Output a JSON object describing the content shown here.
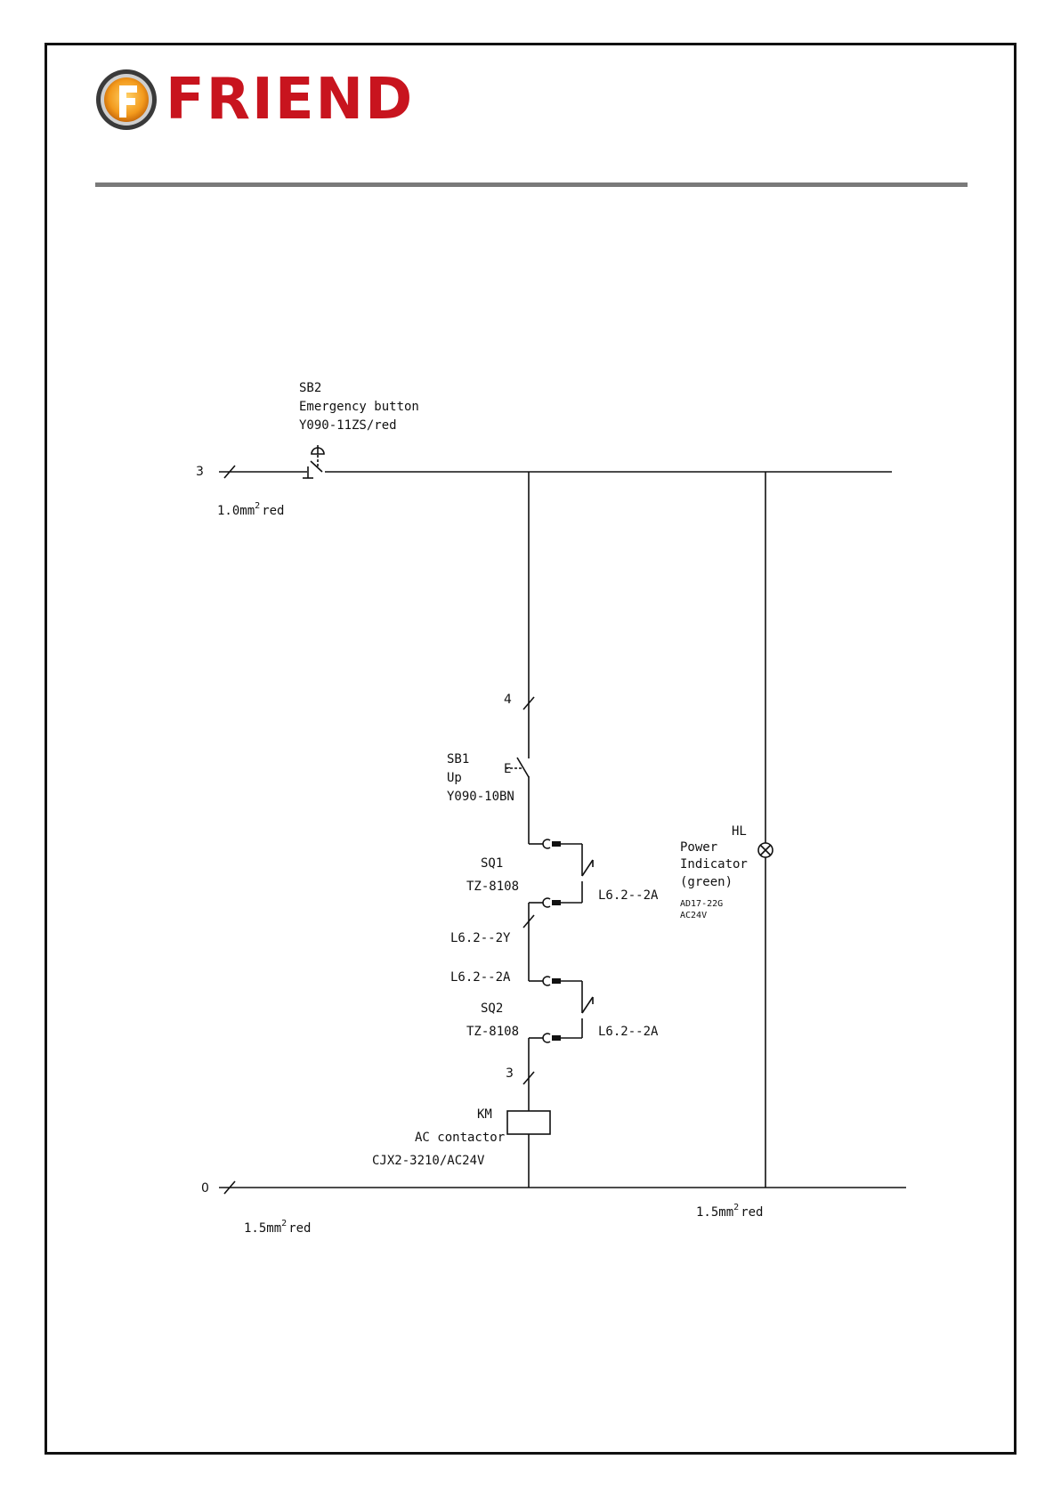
{
  "header": {
    "brand": "FRIEND"
  },
  "colors": {
    "brand_red": "#c8141e",
    "brand_orange": "#f39a1c",
    "rule": "#7a7a7a"
  },
  "diagram": {
    "wire_top_num": "3",
    "wire_top_spec_prefix": "1.0mm",
    "wire_top_spec_suffix": "red",
    "wire_bottom_num": "0",
    "wire_bottom_left_prefix": "1.5mm",
    "wire_bottom_left_suffix": "red",
    "wire_bottom_right_prefix": "1.5mm",
    "wire_bottom_right_suffix": "red",
    "squared": "2",
    "sb2": {
      "id": "SB2",
      "desc": "Emergency button",
      "model": "Y090-11ZS/red"
    },
    "wire_4": "4",
    "sb1": {
      "id": "SB1",
      "desc": "Up",
      "model": "Y090-10BN",
      "marker": "E"
    },
    "sq1": {
      "id": "SQ1",
      "model": "TZ-8108",
      "cable": "L6.2--2A"
    },
    "cable_2y": "L6.2--2Y",
    "cable_2a_left": "L6.2--2A",
    "sq2": {
      "id": "SQ2",
      "model": "TZ-8108",
      "cable": "L6.2--2A"
    },
    "wire_3": "3",
    "km": {
      "id": "KM",
      "desc": "AC contactor",
      "model": "CJX2-3210/AC24V"
    },
    "hl": {
      "id": "HL",
      "desc_1": "Power",
      "desc_2": "Indicator",
      "desc_3": "(green)",
      "model": "AD17-22G",
      "voltage": "AC24V"
    }
  }
}
